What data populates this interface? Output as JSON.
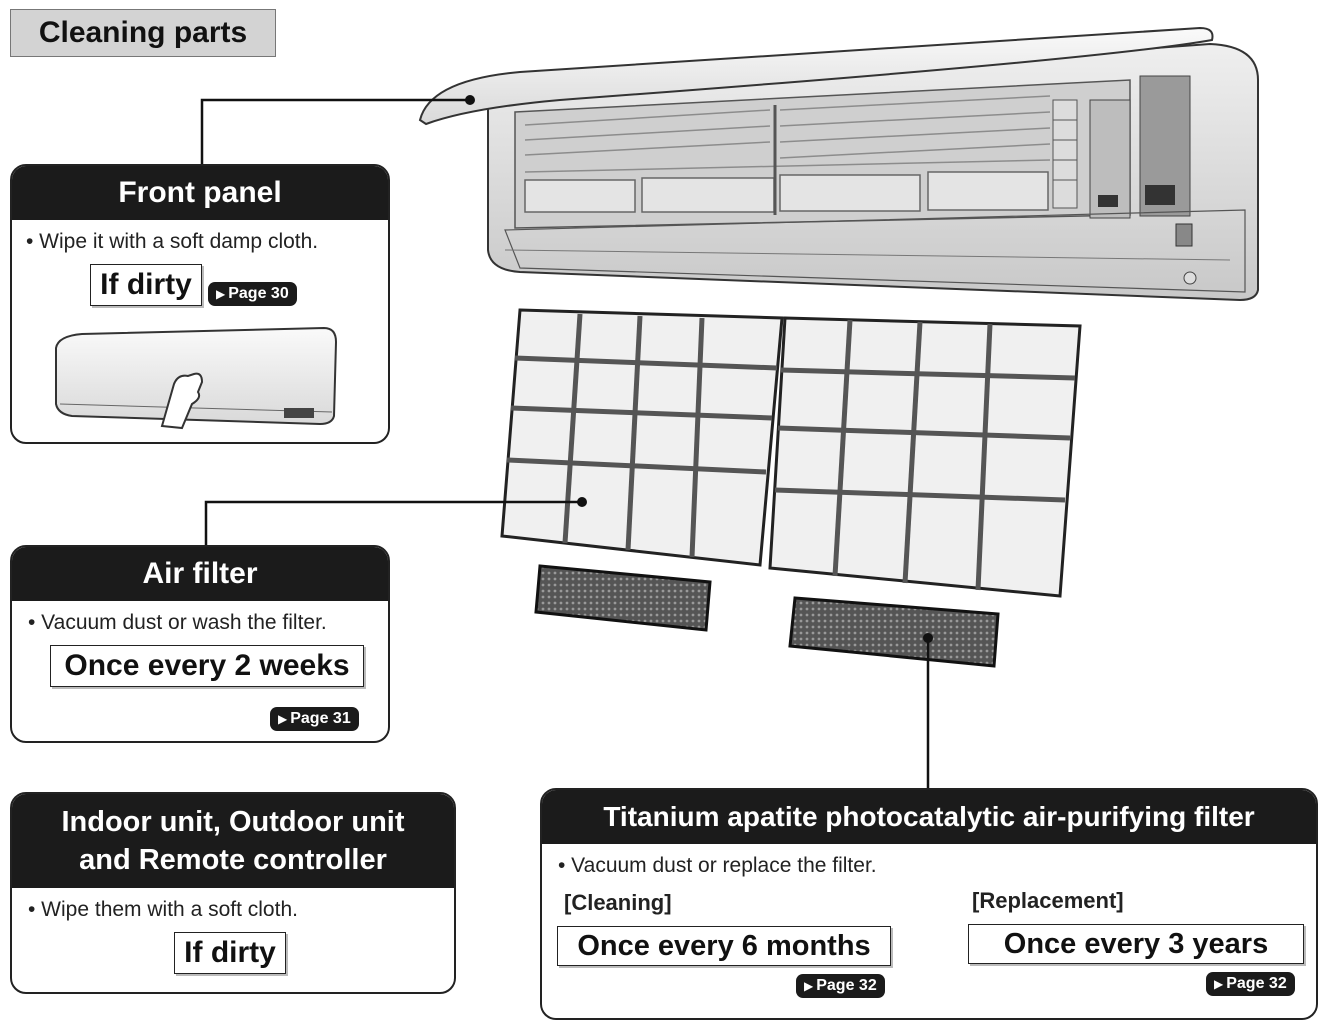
{
  "section_title": "Cleaning parts",
  "front_panel": {
    "title": "Front panel",
    "instruction": "• Wipe it with a soft damp cloth.",
    "frequency": "If dirty",
    "page_ref": "Page 30"
  },
  "air_filter": {
    "title": "Air filter",
    "instruction": "• Vacuum dust or wash the filter.",
    "frequency": "Once every 2 weeks",
    "page_ref": "Page 31"
  },
  "units": {
    "title_line1": "Indoor unit, Outdoor unit",
    "title_line2": "and Remote controller",
    "instruction": "• Wipe them with a soft cloth.",
    "frequency": "If dirty"
  },
  "titanium_filter": {
    "title": "Titanium apatite photocatalytic air-purifying filter",
    "instruction": "• Vacuum dust or replace the filter.",
    "cleaning_label": "[Cleaning]",
    "cleaning_frequency": "Once every 6 months",
    "cleaning_page_ref": "Page 32",
    "replacement_label": "[Replacement]",
    "replacement_frequency": "Once every 3 years",
    "replacement_page_ref": "Page 32"
  },
  "icons": {
    "page_arrow": "▶"
  }
}
